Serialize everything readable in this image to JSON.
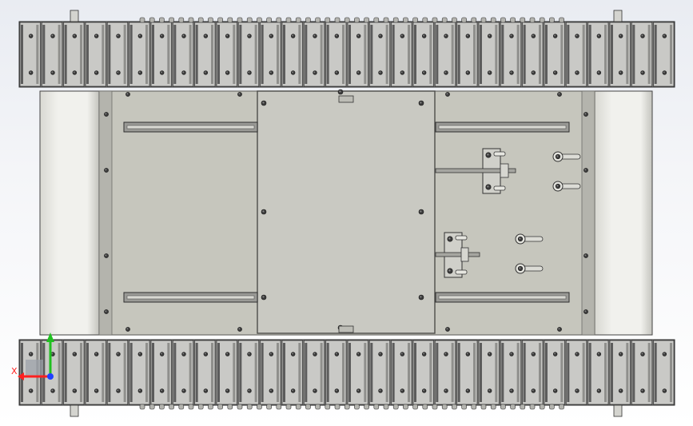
{
  "viewport": {
    "background_top": "#e9ecf2",
    "background_bottom": "#ffffff"
  },
  "model": {
    "component": "tracked-chassis-top-view",
    "track_count": 2,
    "track_segments_per_side": 30,
    "side_slots": 2,
    "colors": {
      "plate": "#c6c6bd",
      "plate_edge": "#6e6e6a",
      "track_pad": "#c9c9c6",
      "track_dark": "#5c5c5c",
      "roller": "#f1f1ed",
      "bolt": "#3c3c3c",
      "rail": "#9a9a96"
    }
  },
  "triad": {
    "x_label": "X",
    "x_color": "#ff2020",
    "y_color": "#20c020",
    "z_color": "#2040ff"
  }
}
